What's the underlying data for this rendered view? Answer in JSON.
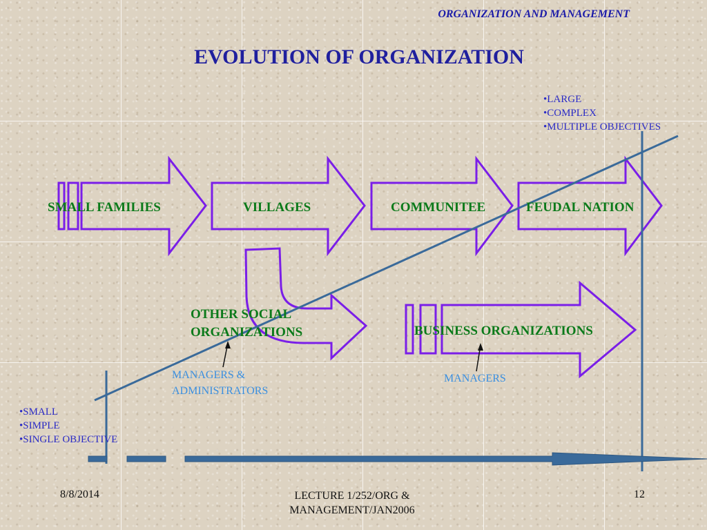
{
  "header": "ORGANIZATION AND MANAGEMENT",
  "title": "EVOLUTION OF ORGANIZATION",
  "stages": [
    "SMALL FAMILIES",
    "VILLAGES",
    "COMMUNITEE",
    "FEUDAL NATION"
  ],
  "other_social": [
    "OTHER SOCIAL",
    "ORGANIZATIONS"
  ],
  "business": "BUSINESS ORGANIZATIONS",
  "top_bullets": [
    "•LARGE",
    "•COMPLEX",
    "•MULTIPLE OBJECTIVES"
  ],
  "bottom_bullets": [
    "•SMALL",
    "•SIMPLE",
    "•SINGLE OBJECTIVE"
  ],
  "roles": {
    "managers_admin": [
      "MANAGERS &",
      "ADMINISTRATORS"
    ],
    "managers": "MANAGERS"
  },
  "footer": {
    "date": "8/8/2014",
    "lecture": [
      "LECTURE 1/252/ORG &",
      "MANAGEMENT/JAN2006"
    ],
    "page": "12"
  },
  "colors": {
    "arrow_outline": "#7a1ee8",
    "stage_text": "#0b7a1a",
    "title": "#1f1f9e",
    "bullets": "#2b2bc6",
    "roles": "#3a8fe0",
    "trend_line": "#3a6a9a"
  }
}
